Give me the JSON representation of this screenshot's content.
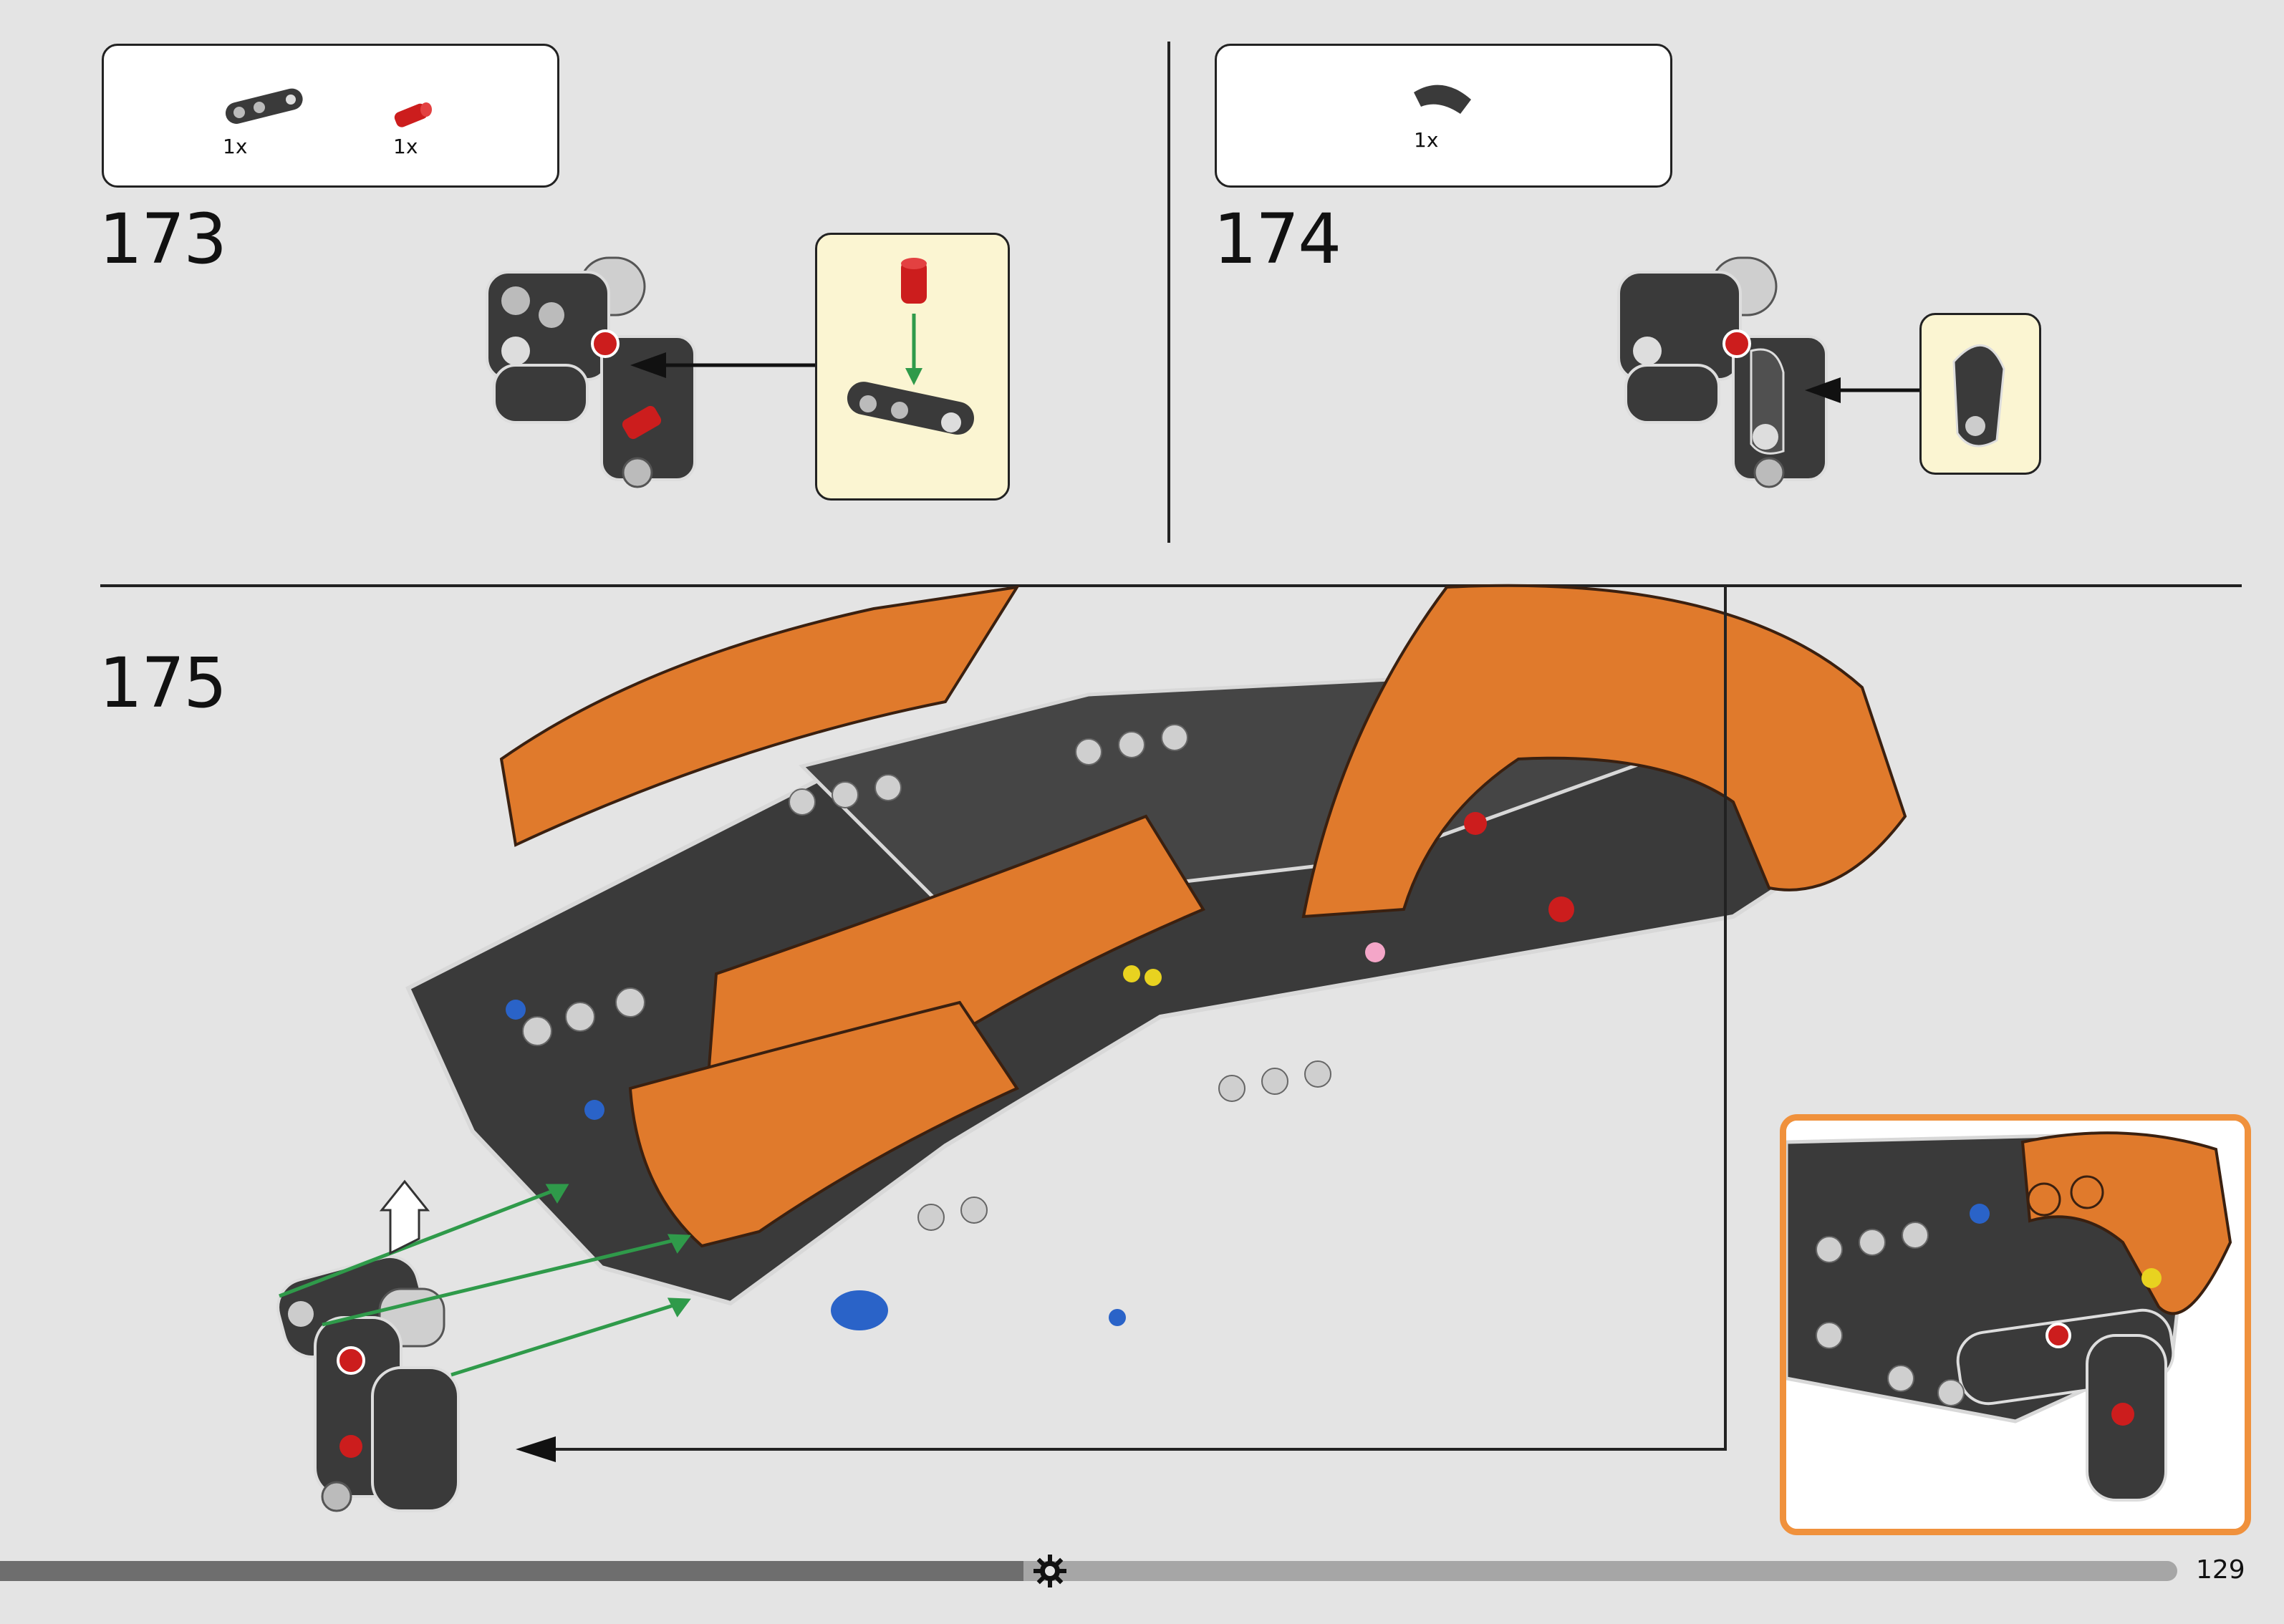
{
  "steps": {
    "s173": {
      "number": "173",
      "parts": [
        {
          "name": "dark grey beam",
          "qty": "1x"
        },
        {
          "name": "red pin",
          "qty": "1x"
        }
      ]
    },
    "s174": {
      "number": "174",
      "parts": [
        {
          "name": "dark grey curved panel",
          "qty": "1x"
        }
      ]
    },
    "s175": {
      "number": "175"
    }
  },
  "footer": {
    "page_number": "129",
    "progress": 0.47
  },
  "colors": {
    "background": "#e4e4e4",
    "callout_fill": "#fbf5d2",
    "inset_border": "#f0913c",
    "orange_panel": "#e07a2c",
    "dark_beam": "#3a3a3a",
    "green_arrow": "#2f9a4a",
    "red_pin": "#cc1d1d",
    "blue_pin": "#2a63c8"
  }
}
